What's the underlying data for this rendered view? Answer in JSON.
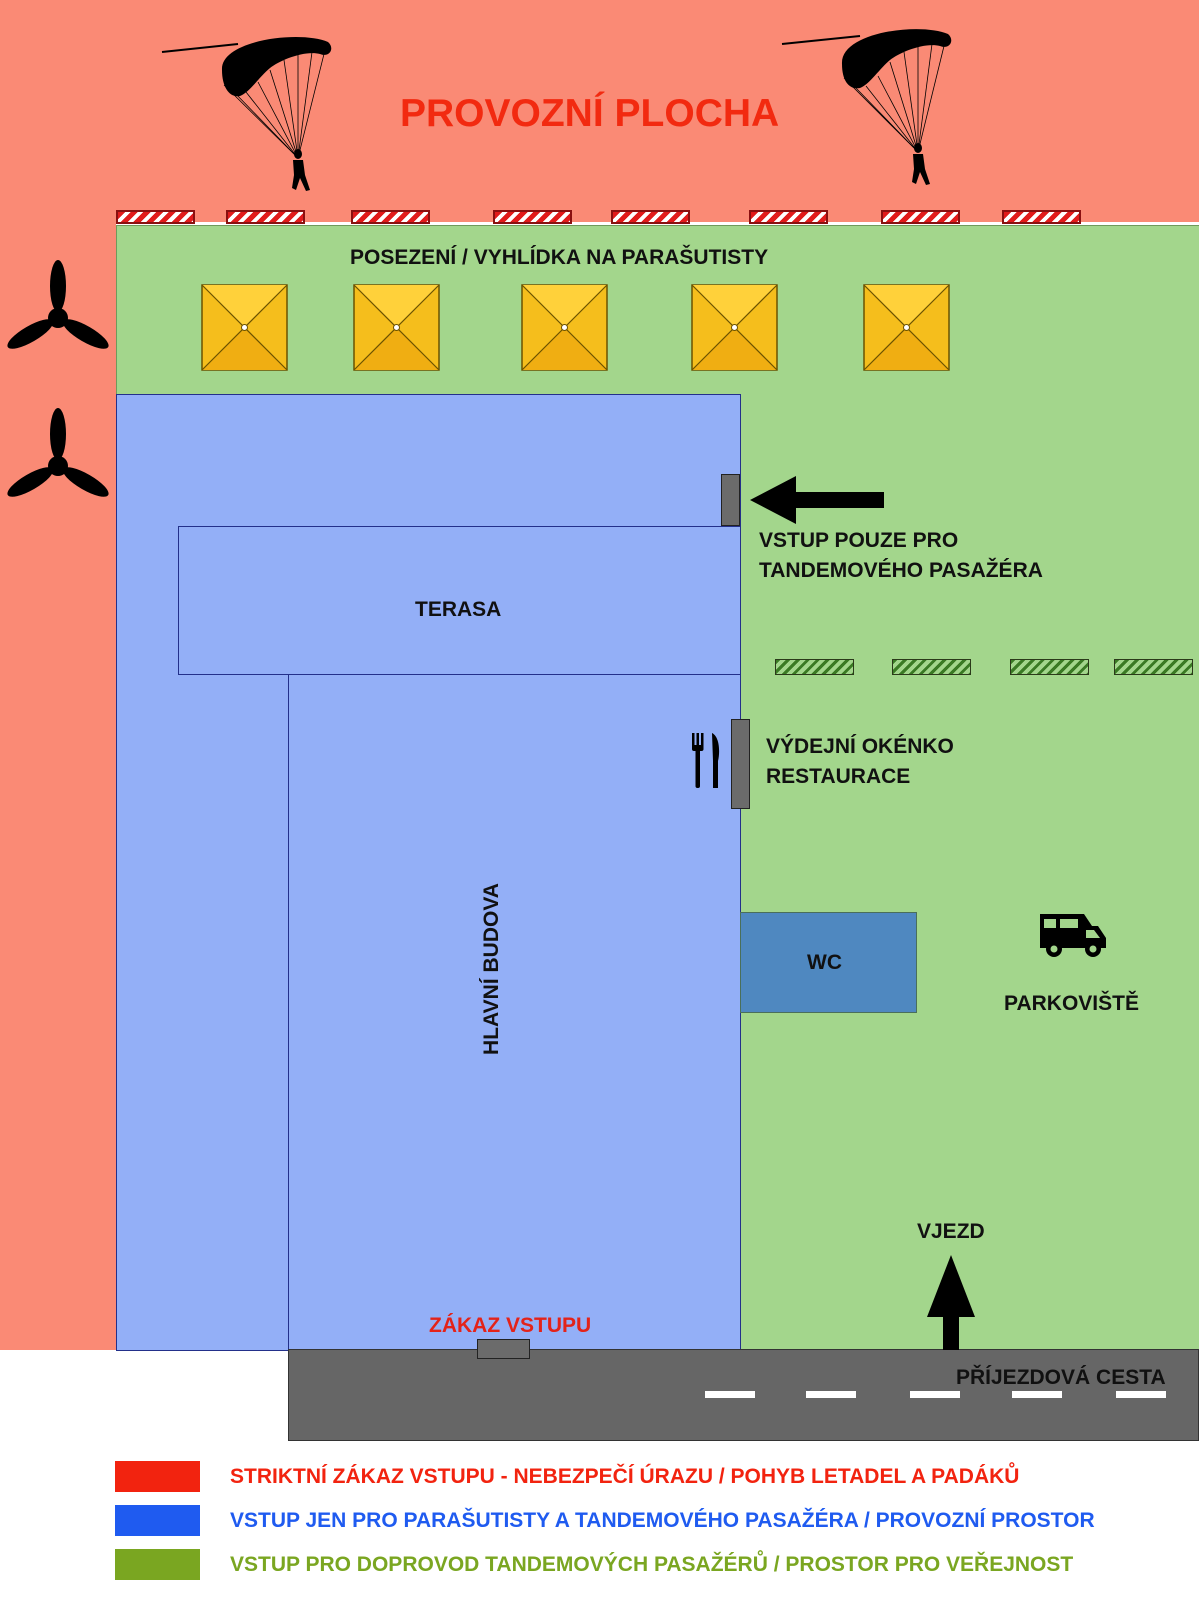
{
  "colors": {
    "restricted": "#fa8a75",
    "public": "#a3d68c",
    "building": "#93aff7",
    "wc": "#4f88c0",
    "road": "#666666",
    "legend_red": "#f2230f",
    "legend_blue": "#1f5bf0",
    "legend_green": "#7aa621"
  },
  "labels": {
    "operating_area": "PROVOZNÍ PLOCHA",
    "seating": "POSEZENÍ / VYHLÍDKA NA PARAŠUTISTY",
    "tandem_entry": [
      "VSTUP POUZE PRO",
      "TANDEMOVÉHO PASAŽÉRA"
    ],
    "terrace": "TERASA",
    "food_window": [
      "VÝDEJNÍ OKÉNKO",
      "RESTAURACE"
    ],
    "main_building": "HLAVNÍ BUDOVA",
    "wc": "WC",
    "parking": "PARKOVIŠTĚ",
    "entrance": "VJEZD",
    "no_entry": "ZÁKAZ VSTUPU",
    "access_road": "PŘÍJEZDOVÁ CESTA"
  },
  "icons": {
    "skydiver": "parachute-skydiver-icon",
    "propeller": "propeller-icon",
    "umbrella": "parasol-icon",
    "cutlery": "fork-knife-icon",
    "camper": "camper-van-icon",
    "arrow": "arrow-icon"
  },
  "legend": [
    {
      "text": "STRIKTNÍ ZÁKAZ VSTUPU - NEBEZPEČÍ ÚRAZU / POHYB LETADEL A PADÁKŮ",
      "color": "#f2230f"
    },
    {
      "text": "VSTUP JEN PRO PARAŠUTISTY A TANDEMOVÉHO PASAŽÉRA / PROVOZNÍ PROSTOR",
      "color": "#1f5bf0"
    },
    {
      "text": "VSTUP PRO DOPROVOD TANDEMOVÝCH PASAŽÉRŮ  /  PROSTOR PRO VEŘEJNOST",
      "color": "#7aa621"
    }
  ]
}
